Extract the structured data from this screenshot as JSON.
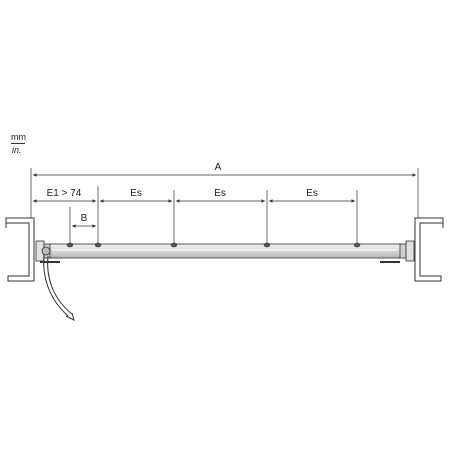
{
  "units": {
    "metric": "mm",
    "imperial": "in."
  },
  "dimensions": {
    "overall": "A",
    "first_hole": "E1 > 74",
    "hole_offset": "B",
    "spacing_1": "Es",
    "spacing_2": "Es",
    "spacing_3": "Es"
  },
  "colors": {
    "line": "#333333",
    "bar": "#d8d8d8",
    "bar_shade": "#bdbdbd"
  }
}
